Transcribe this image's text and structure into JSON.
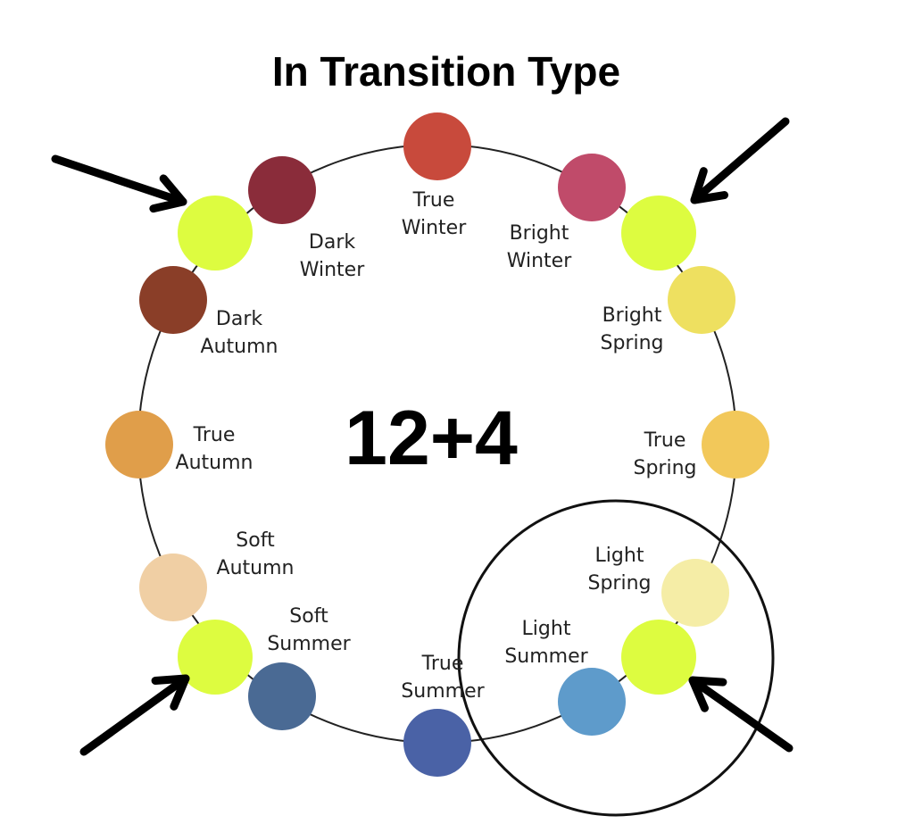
{
  "title": "In Transition Type",
  "center_label": "12+4",
  "seasons": [
    {
      "id": "true-winter",
      "lines": [
        "True",
        "Winter"
      ],
      "color": "#C84A3C"
    },
    {
      "id": "bright-winter",
      "lines": [
        "Bright",
        "Winter"
      ],
      "color": "#C04B6A"
    },
    {
      "id": "bright-spring",
      "lines": [
        "Bright",
        "Spring"
      ],
      "color": "#EEE060"
    },
    {
      "id": "true-spring",
      "lines": [
        "True",
        "Spring"
      ],
      "color": "#F2C85A"
    },
    {
      "id": "light-spring",
      "lines": [
        "Light",
        "Spring"
      ],
      "color": "#F5EDA6"
    },
    {
      "id": "light-summer",
      "lines": [
        "Light",
        "Summer"
      ],
      "color": "#5E9BCB"
    },
    {
      "id": "true-summer",
      "lines": [
        "True",
        "Summer"
      ],
      "color": "#4A62A6"
    },
    {
      "id": "soft-summer",
      "lines": [
        "Soft",
        "Summer"
      ],
      "color": "#4A6A94"
    },
    {
      "id": "soft-autumn",
      "lines": [
        "Soft",
        "Autumn"
      ],
      "color": "#F0CFA4"
    },
    {
      "id": "true-autumn",
      "lines": [
        "True",
        "Autumn"
      ],
      "color": "#E09E4A"
    },
    {
      "id": "dark-autumn",
      "lines": [
        "Dark",
        "Autumn"
      ],
      "color": "#8A3E28"
    },
    {
      "id": "dark-winter",
      "lines": [
        "Dark",
        "Winter"
      ],
      "color": "#8A2C3A"
    }
  ],
  "transition_color": "#DDFC40",
  "transition_count": 4
}
